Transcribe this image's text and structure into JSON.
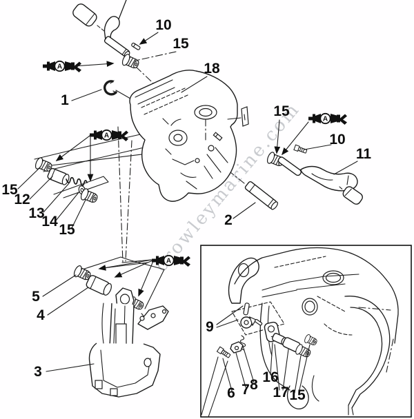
{
  "watermark": {
    "text": "crowleymarine.com"
  },
  "lube_marker": {
    "letter": "A"
  },
  "callouts": {
    "crank_pin": "10",
    "crank_bushing": "15",
    "swivel_bracket": "18",
    "retainer_clip": "1",
    "tilt_bushing_right": "15",
    "tilt_screw": "10",
    "tilt_lever": "11",
    "pivot_pin": "2",
    "shaft_bushing_outer": "15",
    "shaft_sleeve": "12",
    "shaft_spring": "13",
    "shaft_washer": "14",
    "shaft_bushing_inner": "15",
    "damper_bushing_upper": "5",
    "damper_bushing_lower": "4",
    "bracket_assembly": "3",
    "clamp_pin": "9",
    "clamp_bolt": "6",
    "clamp_lever": "7",
    "clamp_spring_pin": "8",
    "clamp_cam": "16",
    "clamp_bushing": "17",
    "clamp_bushing_knurled": "15"
  }
}
